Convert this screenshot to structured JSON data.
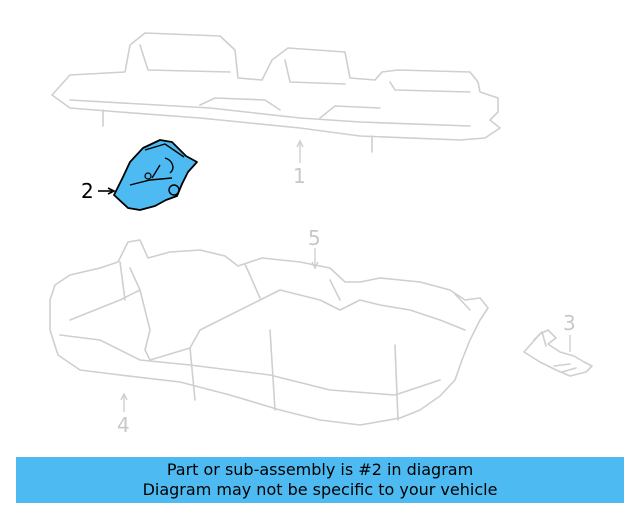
{
  "callouts": [
    {
      "id": "1",
      "label": "1"
    },
    {
      "id": "2",
      "label": "2",
      "highlighted": true
    },
    {
      "id": "3",
      "label": "3"
    },
    {
      "id": "4",
      "label": "4"
    },
    {
      "id": "5",
      "label": "5"
    }
  ],
  "banner": {
    "line1": "Part or sub-assembly is #2 in diagram",
    "line2": "Diagram may not be specific to your vehicle"
  },
  "colors": {
    "highlight_fill": "#4dbbf1",
    "banner_background": "#4dbbf1",
    "outline": "#cfcfcf"
  }
}
